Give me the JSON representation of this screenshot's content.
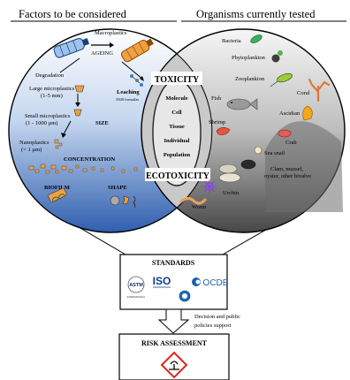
{
  "header": {
    "left_title": "Factors to be considered",
    "right_title": "Organisms currently tested"
  },
  "factors": {
    "macroplastics": "Macroplastics",
    "ageing": "AGEING",
    "degradation": "Degradation",
    "leaching": "Leaching",
    "leaching_sub": "3500 formulas",
    "large_micro": "Large microplastics",
    "large_micro_range": "(1-5 mm)",
    "small_micro": "Small microplastics",
    "small_micro_range": "(1 - 1000 µm)",
    "size": "SIZE",
    "nano": "Nanoplastics",
    "nano_range": "(< 1 µm)",
    "concentration": "CONCENTRATION",
    "biofilm": "BIOFILM",
    "shape": "SHAPE"
  },
  "center": {
    "toxicity": "TOXICITY",
    "ecotoxicity": "ECOTOXICITY",
    "levels": [
      "Molecule",
      "Cell",
      "Tissue",
      "Individual",
      "Population"
    ]
  },
  "organisms": {
    "bacteria": "Bacteria",
    "phytoplankton": "Phytoplankton",
    "zooplankton": "Zooplankton",
    "coral": "Coral",
    "fish": "Fish",
    "ascidian": "Ascidian",
    "shrimp": "Shrimp",
    "crab": "Crab",
    "sea_snail": "Sea snail",
    "bivalve_1": "Clam, mussel,",
    "bivalve_2": "oyster, other bivalve",
    "urchin": "Urchin",
    "worm": "Worm"
  },
  "standards": {
    "title": "STANDARDS",
    "logo_astm": "ASTM",
    "logo_astm_sub": "INTERNATIONAL",
    "logo_iso": "ISO",
    "logo_ocde": "OCDE"
  },
  "arrow_note": {
    "line1": "Decision and public",
    "line2": "policies support"
  },
  "risk": {
    "title": "RISK ASSESSMENT"
  },
  "colors": {
    "left_top": "#ffffff",
    "left_bottom": "#2f5fae",
    "right_top": "#f4f4f4",
    "right_bottom": "#4a4a4a",
    "hazard_red": "#e0261c"
  }
}
